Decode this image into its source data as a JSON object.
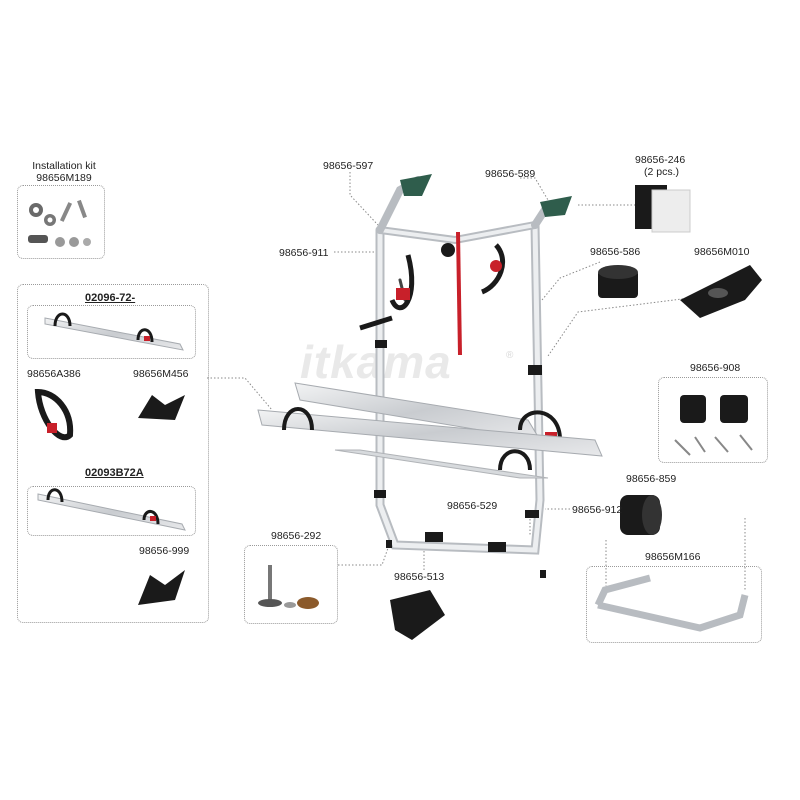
{
  "kit": {
    "title": "Installation kit",
    "code": "98656M189"
  },
  "parts": {
    "p597": "98656-597",
    "p589": "98656-589",
    "p246": "98656-246",
    "p246_qty": "(2 pcs.)",
    "p911": "98656-911",
    "p586": "98656-586",
    "pM010": "98656M010",
    "p908": "98656-908",
    "p859": "98656-859",
    "p912": "98656-912",
    "p529": "98656-529",
    "p292": "98656-292",
    "p513": "98656-513",
    "pM166": "98656M166",
    "pA386": "98656A386",
    "pM456": "98656M456",
    "p999": "98656-999"
  },
  "rails": {
    "rail1": "02096-72-",
    "rail2": "02093B72A"
  },
  "watermark": {
    "brand": "itkama",
    "reg": "®"
  },
  "colors": {
    "aluminium": "#d5d7da",
    "dark": "#1c1c1c",
    "red": "#c8202a",
    "green": "#2f5d4c",
    "leader": "#7a7a7a"
  }
}
